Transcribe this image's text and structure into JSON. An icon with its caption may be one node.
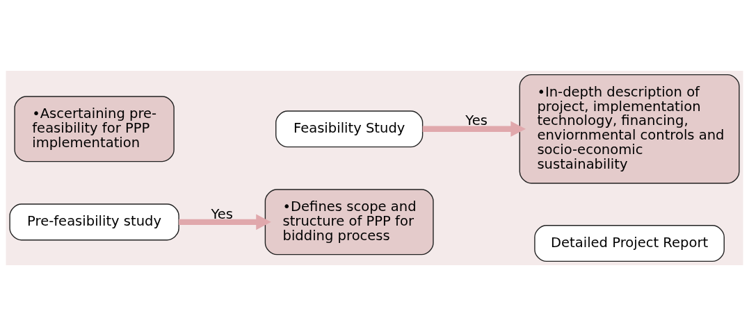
{
  "diagram": {
    "nodes": [
      {
        "text": [
          "•Ascertaining pre-feasibility for PPP implementation"
        ]
      },
      {
        "text": [
          "Pre-feasibility study"
        ]
      },
      {
        "text": [
          "Feasibility Study"
        ]
      },
      {
        "text": [
          "•Defines scope and structure of PPP for bidding process"
        ]
      },
      {
        "text": [
          "•In-depth description of project, implementation technology, financing, enviornmental controls and socio-economic sustainability"
        ]
      },
      {
        "text": [
          "Detailed Project Report"
        ]
      }
    ],
    "edges": [
      {
        "from": 1,
        "to": 3,
        "arrow": "to",
        "label": "Yes"
      },
      {
        "from": 2,
        "to": 4,
        "arrow": "to",
        "label": "Yes"
      }
    ]
  }
}
